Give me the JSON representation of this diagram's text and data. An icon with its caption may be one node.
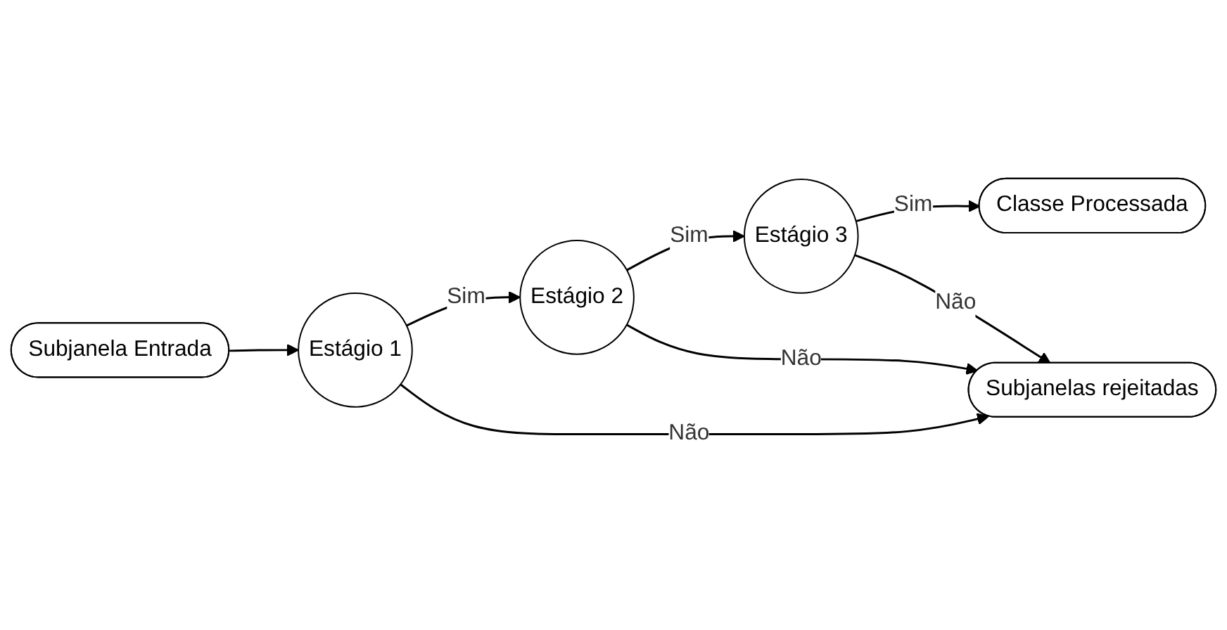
{
  "diagram": {
    "nodes": [
      {
        "text": [
          "Subjanela Entrada"
        ]
      },
      {
        "text": [
          "Estágio 1"
        ]
      },
      {
        "text": [
          "Estágio 2"
        ]
      },
      {
        "text": [
          "Estágio 3"
        ]
      },
      {
        "text": [
          "Classe Processada"
        ]
      },
      {
        "text": [
          "Subjanelas rejeitadas"
        ]
      }
    ],
    "edges": [
      {
        "from": 0,
        "to": 1,
        "arrow": "to"
      },
      {
        "from": 1,
        "to": 2,
        "arrow": "to",
        "label": "Sim"
      },
      {
        "from": 2,
        "to": 3,
        "arrow": "to",
        "label": "Sim"
      },
      {
        "from": 3,
        "to": 4,
        "arrow": "to",
        "label": "Sim"
      },
      {
        "from": 1,
        "to": 5,
        "arrow": "to",
        "label": "Não"
      },
      {
        "from": 2,
        "to": 5,
        "arrow": "to",
        "label": "Não"
      },
      {
        "from": 3,
        "to": 5,
        "arrow": "to",
        "label": "Não"
      }
    ]
  }
}
